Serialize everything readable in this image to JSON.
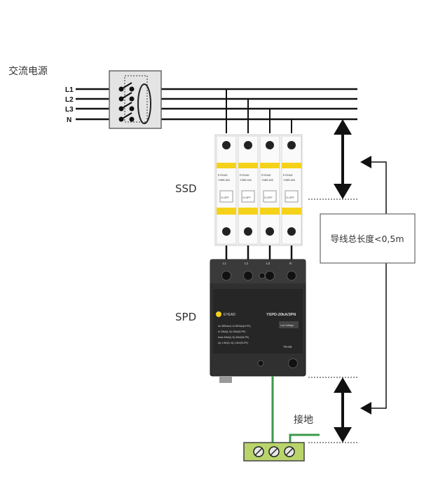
{
  "source": {
    "label": "交流电源"
  },
  "lines": [
    "L1",
    "L2",
    "L3",
    "N"
  ],
  "ssd": {
    "label": "SSD",
    "brand": "EYEAD",
    "model": "YSBR-63S",
    "state": "O-OFF"
  },
  "spd": {
    "label": "SPD",
    "brand": "EYEAD",
    "model": "YSPD-20kA/3PN",
    "terminals": [
      "L1",
      "L2",
      "L3",
      "N"
    ],
    "spec_lines": [
      "Uc   385Vac/L-N 260Vac(N-PE)",
      "In   20kA(L-N) 20kA(N-PE)",
      "Imax 40kA(L-N) 40kA(N-PE)",
      "Up   1.5kV(L-N) 1.5kV(N-PE)"
    ],
    "side_label": "Low Voltage",
    "tag": "TS-03"
  },
  "note": {
    "text": "导线总长度<0,5m"
  },
  "ground": {
    "label": "接地"
  },
  "colors": {
    "bus": "#111111",
    "ground_wire": "#3a9a4a",
    "terminal_block": "#b9d46a",
    "breaker_accent": "#f5d21a",
    "spd_body": "#2e2e2e"
  }
}
